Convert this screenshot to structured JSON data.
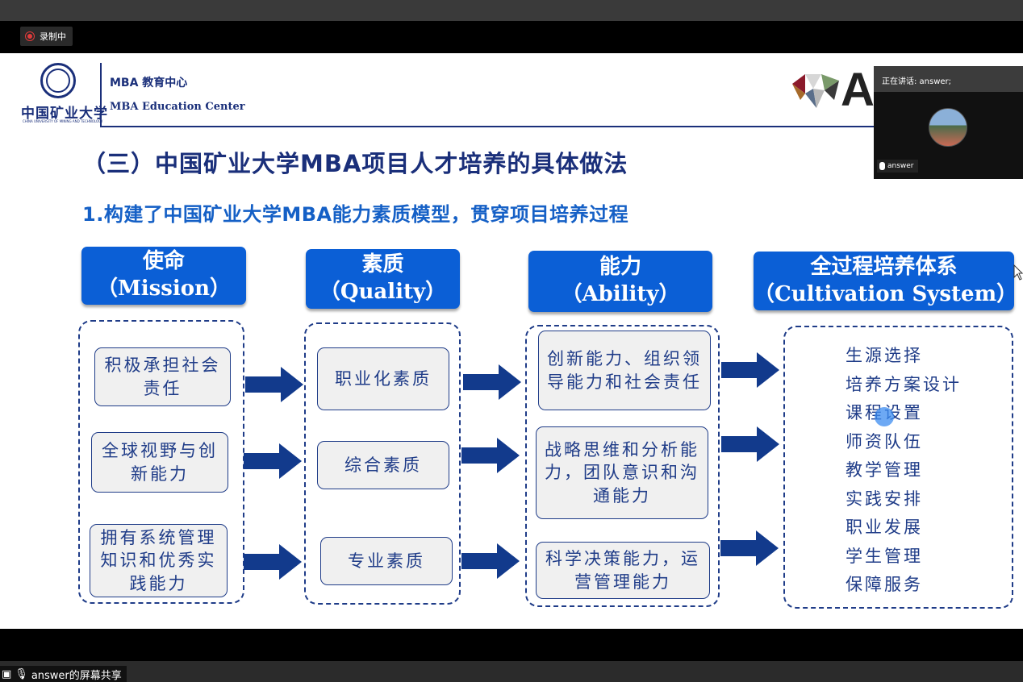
{
  "meeting": {
    "recording_label": "录制中",
    "speaker_label": "正在讲话: answer;",
    "participant_name": "answer",
    "share_label": "answer的屏幕共享"
  },
  "slide": {
    "logo_text_cn": "中国矿业大学",
    "logo_text_en_tiny": "CHINA UNIVERSITY OF MINING AND TECHNOLOGY",
    "center_name_cn": "MBA 教育中心",
    "center_name_en": "MBA Education Center",
    "amba_letter": "A",
    "title": "（三）中国矿业大学MBA项目人才培养的具体做法",
    "subtitle": "1.构建了中国矿业大学MBA能力素质模型，贯穿项目培养过程",
    "columns": [
      {
        "head_cn": "使命",
        "head_en": "（Mission）",
        "items": [
          "积极承担社会责任",
          "全球视野与创新能力",
          "拥有系统管理知识和优秀实践能力"
        ]
      },
      {
        "head_cn": "素质",
        "head_en": "（Quality）",
        "items": [
          "职业化素质",
          "综合素质",
          "专业素质"
        ]
      },
      {
        "head_cn": "能力",
        "head_en": "（Ability）",
        "items": [
          "创新能力、组织领导能力和社会责任",
          "战略思维和分析能力，团队意识和沟通能力",
          "科学决策能力，运营管理能力"
        ]
      },
      {
        "head_cn": "全过程培养体系",
        "head_en": "（Cultivation System）",
        "items": [
          "生源选择",
          "培养方案设计",
          "课程设置",
          "师资队伍",
          "教学管理",
          "实践安排",
          "职业发展",
          "学生管理",
          "保障服务"
        ]
      }
    ]
  },
  "colors": {
    "navy": "#1a2f7a",
    "header_blue": "#0b5fd6",
    "subtitle_blue": "#1560c6",
    "arrow_blue": "#123a8c",
    "box_fill": "#f0f0f0"
  }
}
